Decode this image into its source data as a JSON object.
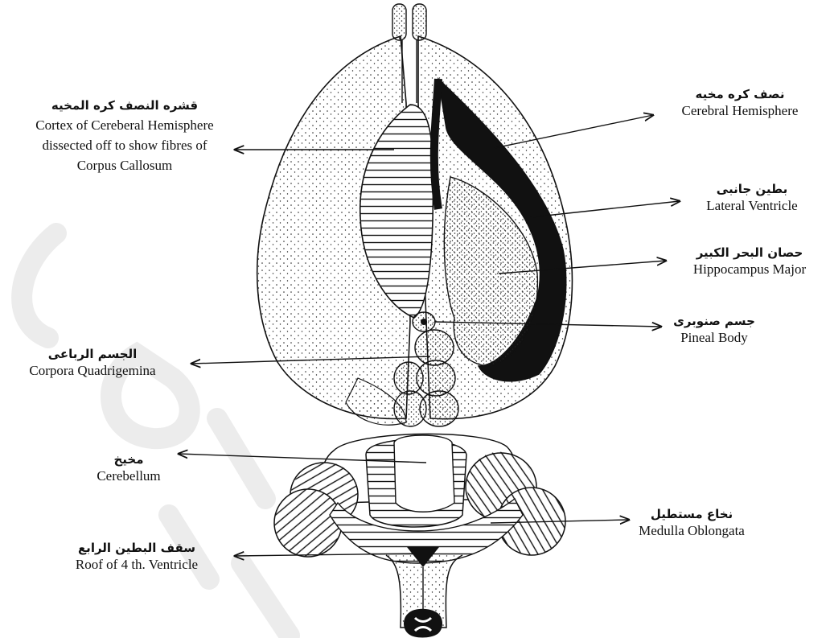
{
  "labels": {
    "cortex": {
      "ar": "قشره النصف كره المخيه",
      "en": [
        "Cortex of Cereberal Hemisphere",
        "dissected off to show fibres of",
        "Corpus Callosum"
      ]
    },
    "hemisphere": {
      "ar": "نصف كره مخيه",
      "en": "Cerebral Hemisphere"
    },
    "lateral_ventricle": {
      "ar": "بطين جانبى",
      "en": "Lateral Ventricle"
    },
    "hippocampus": {
      "ar": "حصان البحر الكبير",
      "en": "Hippocampus Major"
    },
    "pineal": {
      "ar": "جسم صنوبرى",
      "en": "Pineal Body"
    },
    "corpora": {
      "ar": "الجسم الرباعى",
      "en": "Corpora Quadrigemina"
    },
    "cerebellum": {
      "ar": "مخيخ",
      "en": "Cerebellum"
    },
    "medulla": {
      "ar": "نخاع مستطيل",
      "en": "Medulla Oblongata"
    },
    "roof": {
      "ar": "سقف البطين الرابع",
      "en": "Roof of 4 th. Ventricle"
    }
  },
  "colors": {
    "ink": "#111111",
    "fill": "#ffffff",
    "watermark": "#ececec"
  }
}
